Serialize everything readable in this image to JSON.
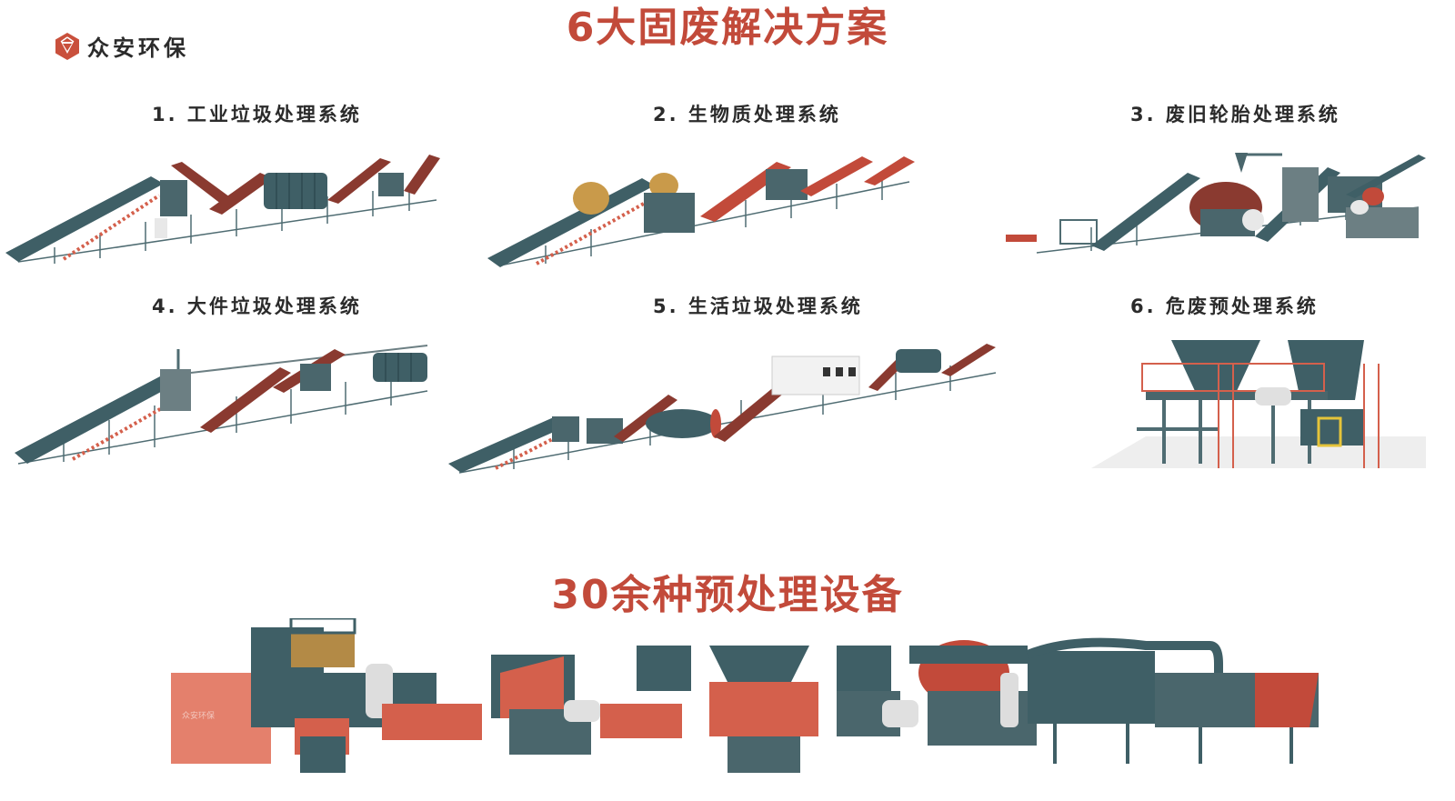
{
  "brand": {
    "logo_icon": "hexagon-gem-icon",
    "name": "众安环保"
  },
  "headline_solutions": "6大固废解决方案",
  "systems": [
    {
      "label": "1. 工业垃圾处理系统",
      "illustration": "industrial-waste-line"
    },
    {
      "label": "2. 生物质处理系统",
      "illustration": "biomass-line"
    },
    {
      "label": "3. 废旧轮胎处理系统",
      "illustration": "waste-tire-line"
    },
    {
      "label": "4. 大件垃圾处理系统",
      "illustration": "bulky-waste-line"
    },
    {
      "label": "5. 生活垃圾处理系统",
      "illustration": "domestic-waste-line"
    },
    {
      "label": "6. 危废预处理系统",
      "illustration": "hazardous-waste-pretreatment"
    }
  ],
  "headline_equipment": "30余种预处理设备",
  "equipment_illustration": "shredder-equipment-lineup",
  "watermark": "众安环保",
  "colors": {
    "accent_red": "#c24a3a",
    "machine_teal": "#3f5f66",
    "machine_red": "#d4604c",
    "label_dark": "#2b2b2b"
  }
}
